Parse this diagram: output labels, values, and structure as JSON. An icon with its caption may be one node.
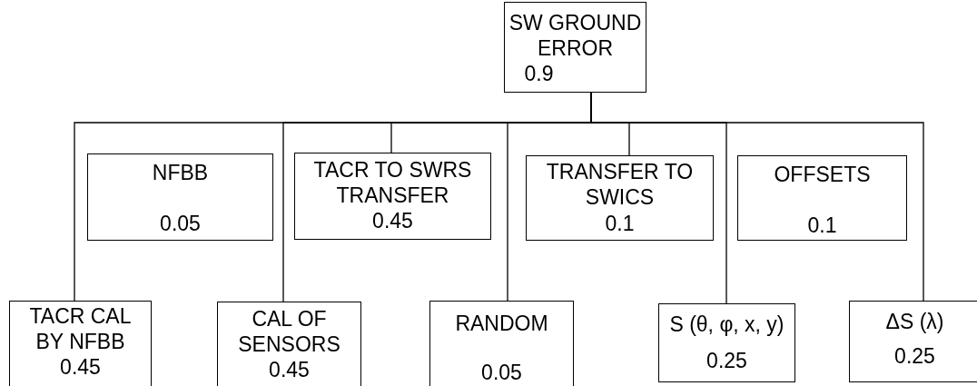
{
  "diagram": {
    "nodes": [
      {
        "text": [
          "SW GROUND ERROR",
          "0.9"
        ]
      },
      {
        "text": [
          "NFBB",
          "0.05"
        ]
      },
      {
        "text": [
          "TACR TO SWRS TRANSFER",
          "0.45"
        ]
      },
      {
        "text": [
          "TRANSFER TO SWICS",
          "0.1"
        ]
      },
      {
        "text": [
          "OFFSETS",
          "0.1"
        ]
      },
      {
        "text": [
          "TACR CAL BY NFBB",
          "0.45"
        ]
      },
      {
        "text": [
          "CAL OF SENSORS",
          "0.45"
        ]
      },
      {
        "text": [
          "RANDOM",
          "0.05"
        ]
      },
      {
        "text": [
          "S (θ, φ, x, y)",
          "0.25"
        ]
      },
      {
        "text": [
          "ΔS (λ)",
          "0.25"
        ]
      }
    ],
    "edges": [
      {
        "from": 0,
        "to": 5,
        "arrow": "none"
      },
      {
        "from": 0,
        "to": 6,
        "arrow": "none"
      },
      {
        "from": 0,
        "to": 2,
        "arrow": "none"
      },
      {
        "from": 0,
        "to": 7,
        "arrow": "none"
      },
      {
        "from": 0,
        "to": 3,
        "arrow": "none"
      },
      {
        "from": 0,
        "to": 8,
        "arrow": "none"
      },
      {
        "from": 0,
        "to": 9,
        "arrow": "none"
      }
    ]
  }
}
